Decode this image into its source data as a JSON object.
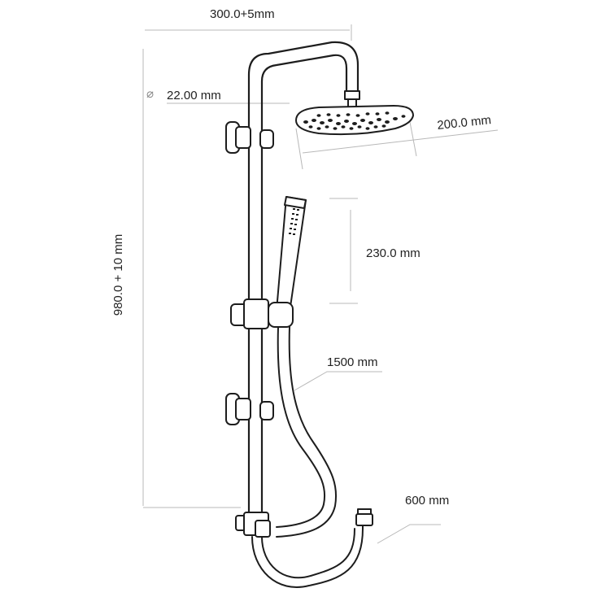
{
  "dimensions": {
    "arm_width": "300.0+5mm",
    "pipe_diameter": "22.00 mm",
    "diameter_symbol": "⌀",
    "head_diameter": "200.0 mm",
    "column_height": "980.0 + 10 mm",
    "hand_shower_length": "230.0 mm",
    "hose_length": "1500 mm",
    "inlet_hose_length": "600 mm"
  },
  "colors": {
    "line": "#1d1d1d",
    "dimension_line": "#b8b8b8",
    "text": "#222222",
    "background": "#ffffff"
  }
}
